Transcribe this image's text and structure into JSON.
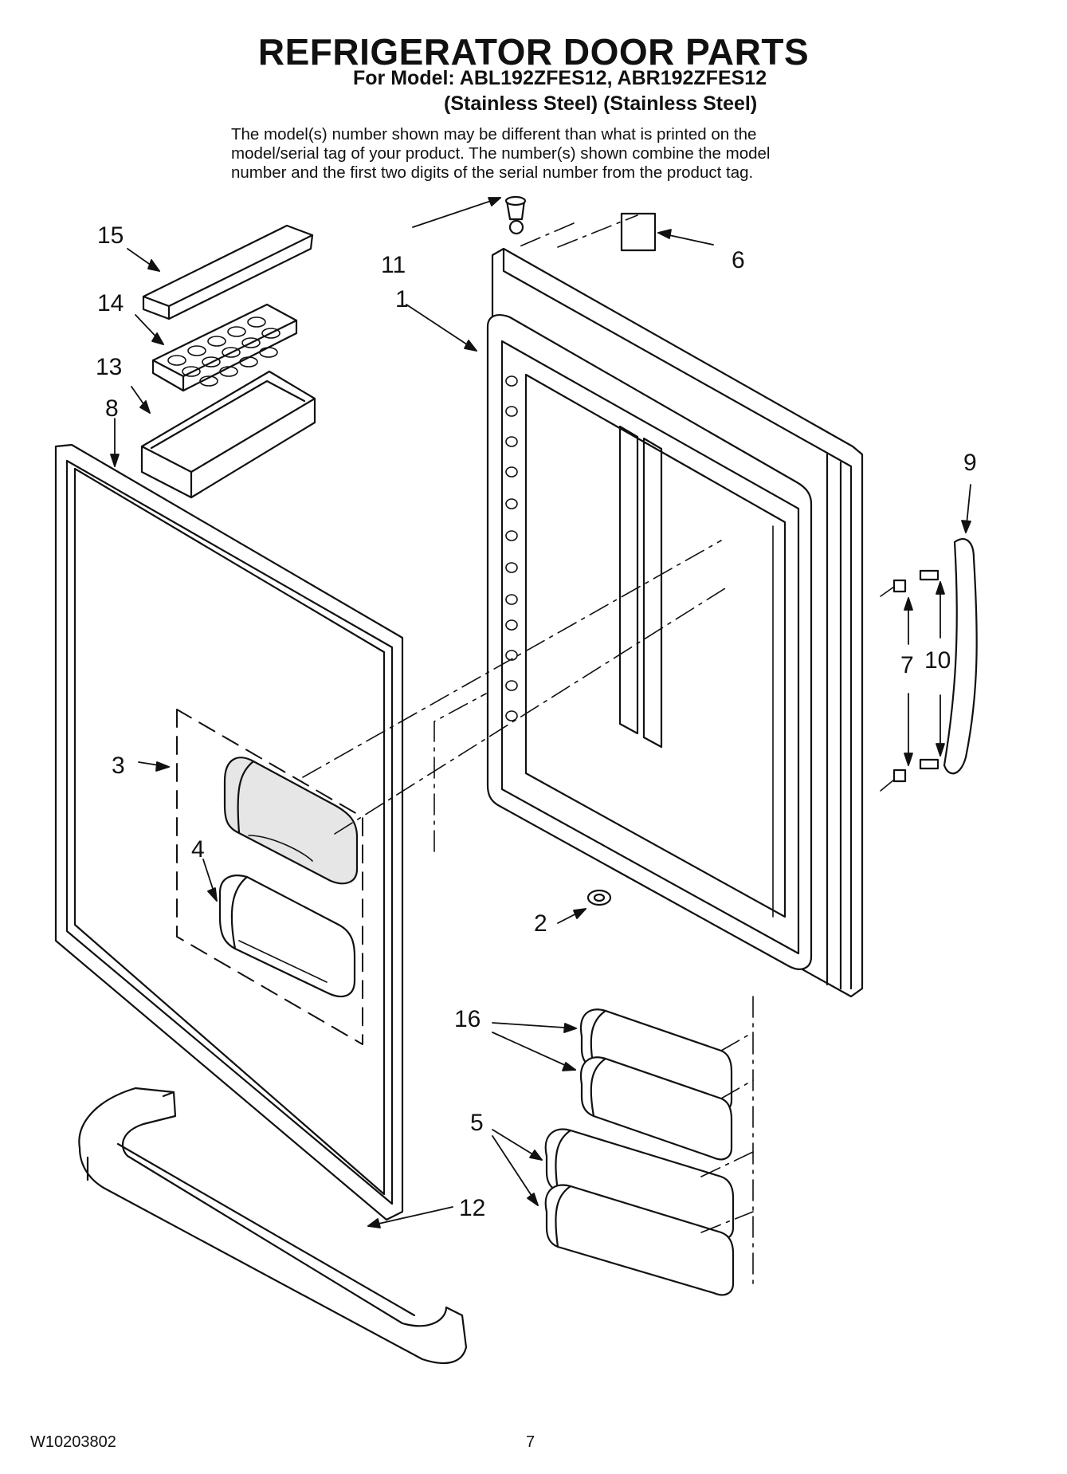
{
  "header": {
    "title": "REFRIGERATOR DOOR PARTS",
    "model_line": "For Model: ABL192ZFES12, ABR192ZFES12",
    "model_sub": "(Stainless Steel) (Stainless Steel)",
    "note_lines": [
      "The model(s) number shown may be different than what is printed on the",
      "model/serial tag of your product. The number(s) shown combine the model",
      "number and the first two digits of the serial number from the product tag."
    ]
  },
  "callouts": {
    "c1": "1",
    "c2": "2",
    "c3": "3",
    "c4": "4",
    "c5": "5",
    "c6": "6",
    "c7": "7",
    "c8": "8",
    "c9": "9",
    "c10": "10",
    "c11": "11",
    "c12": "12",
    "c13": "13",
    "c14": "14",
    "c15": "15",
    "c16": "16"
  },
  "footer": {
    "doc_number": "W10203802",
    "page_number": "7"
  },
  "colors": {
    "line": "#111111",
    "part_fill": "#ffffff",
    "shade": "#d9d9d9"
  }
}
